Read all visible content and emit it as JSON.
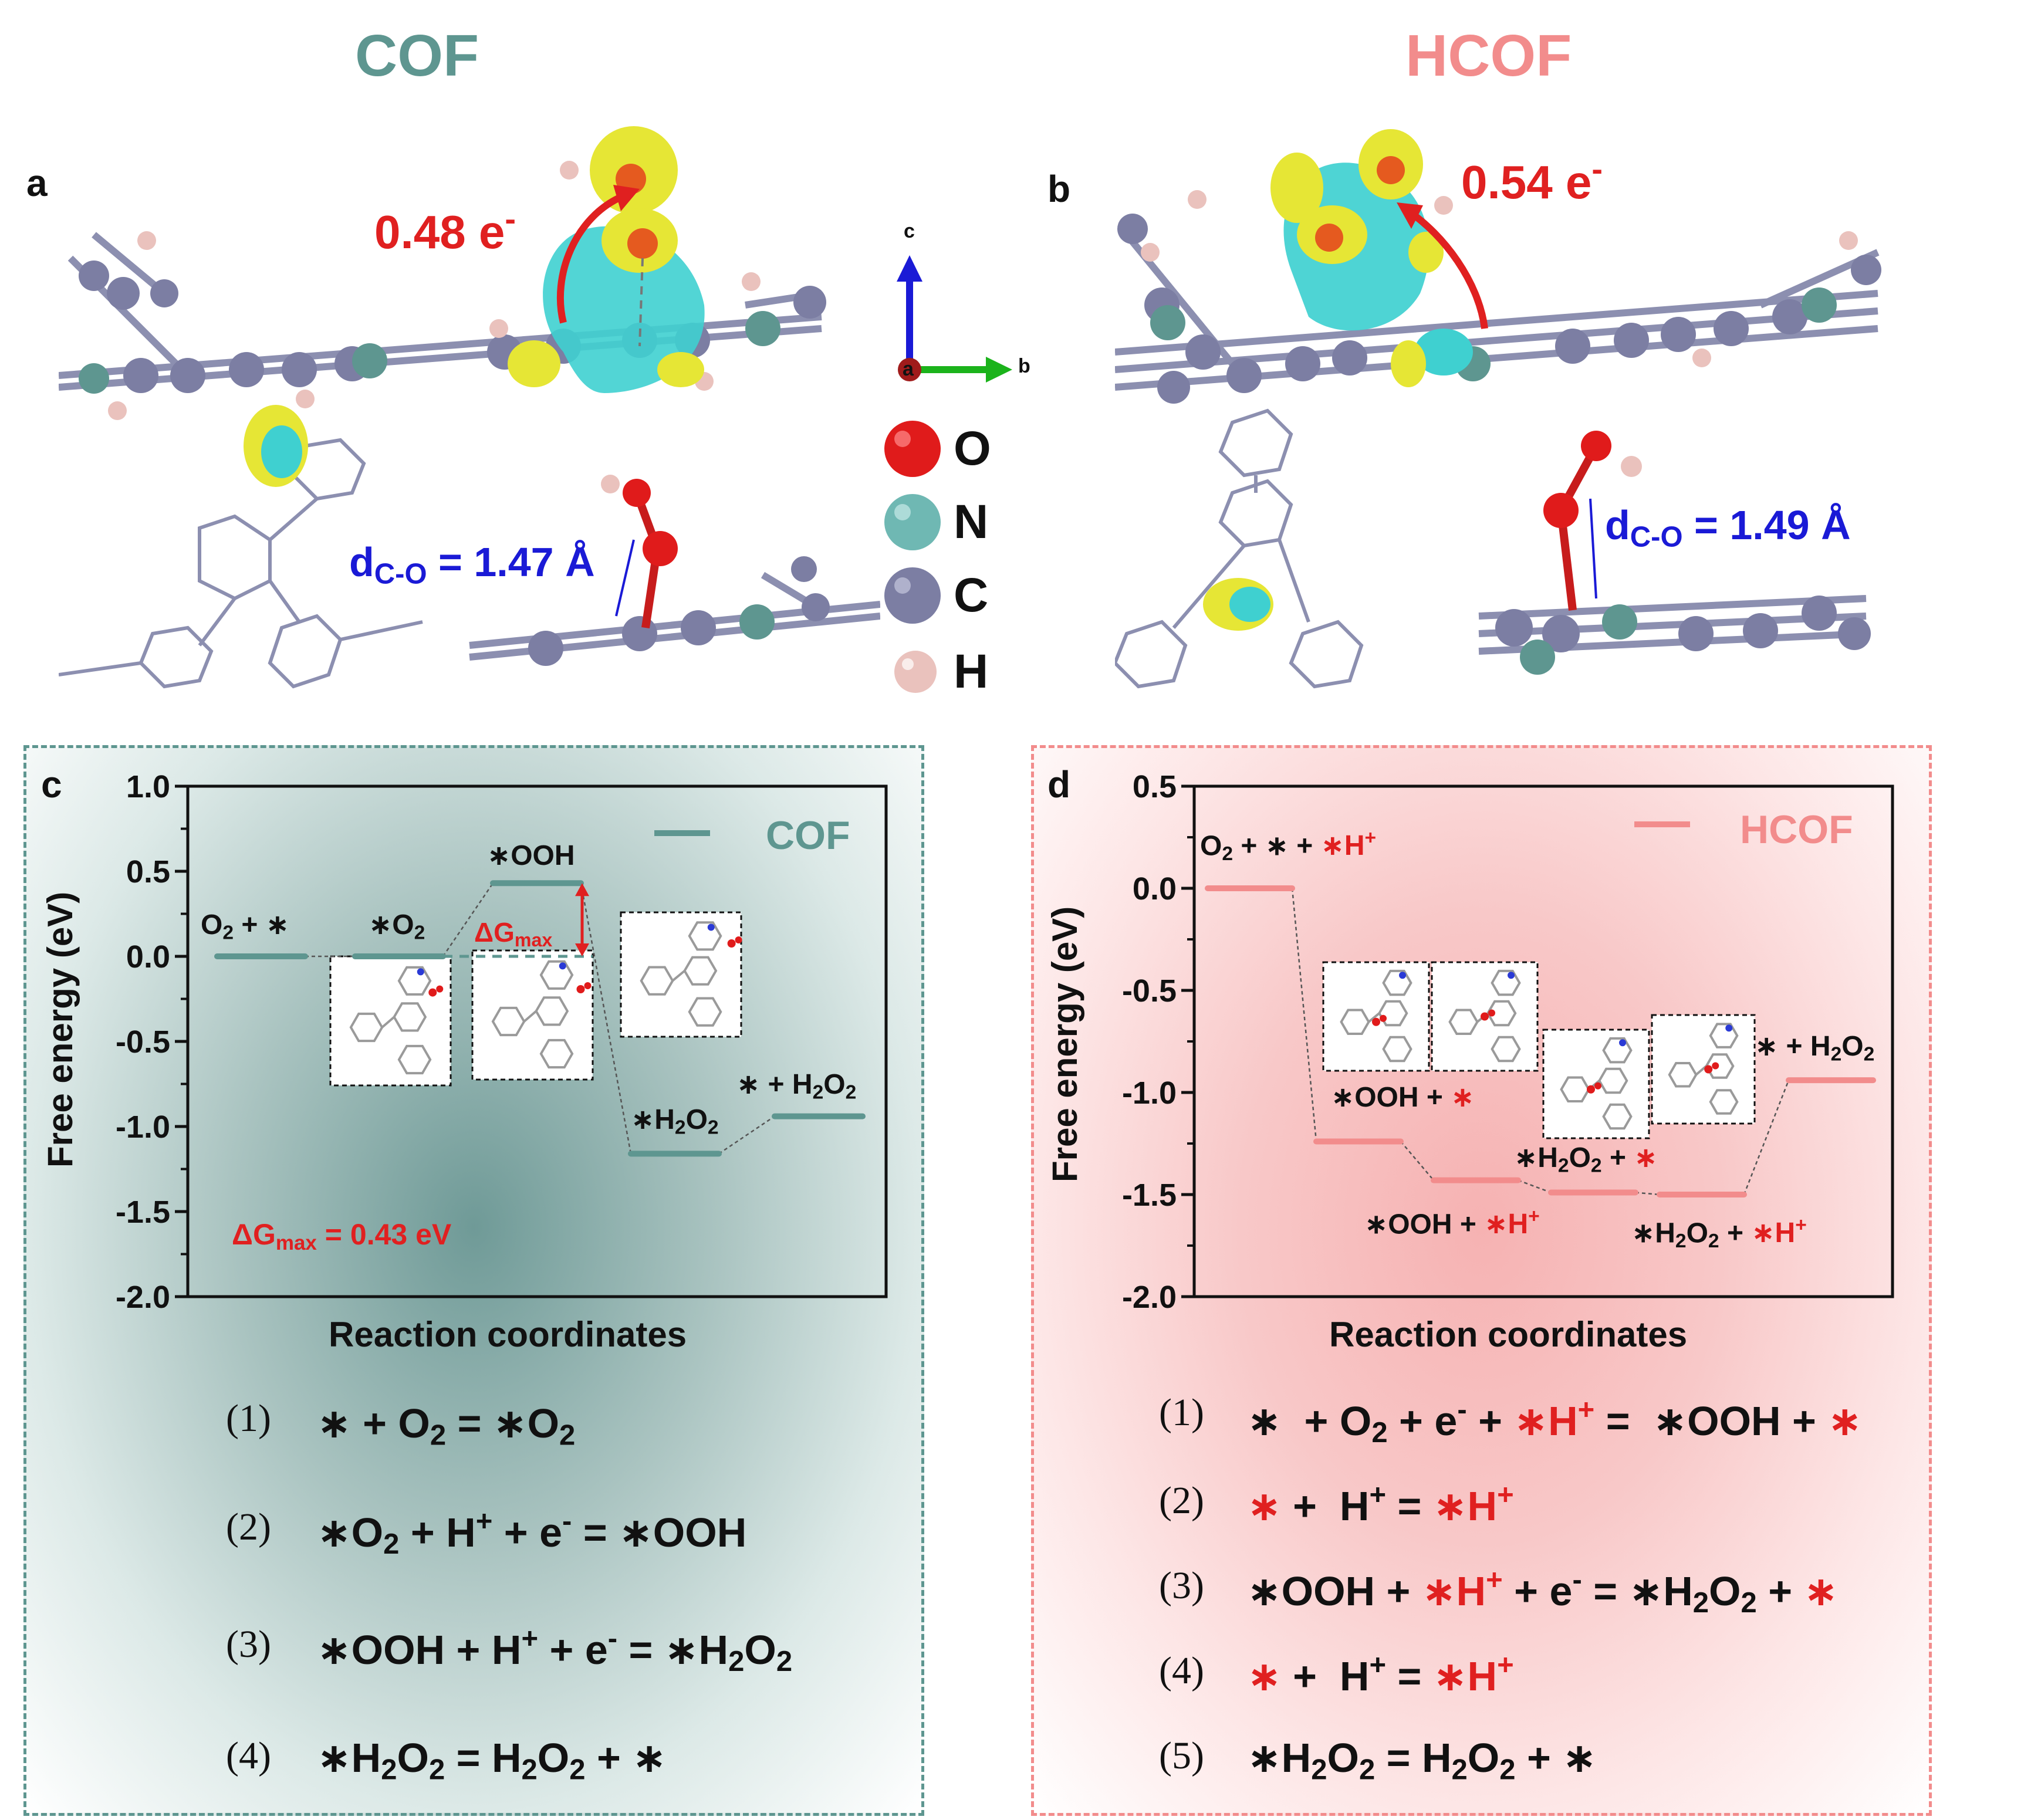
{
  "headers": {
    "cof": "COF",
    "hcof": "HCOF"
  },
  "panel_labels": {
    "a": "a",
    "b": "b",
    "c": "c",
    "d": "d"
  },
  "panel_a": {
    "charge": "0.48 e",
    "charge_sup": "-",
    "bond_pre": "d",
    "bond_sub": "C-O",
    "bond_val": "= 1.47 Å"
  },
  "panel_b": {
    "charge": "0.54 e",
    "charge_sup": "-",
    "bond_pre": "d",
    "bond_sub": "C-O",
    "bond_val": "= 1.49 Å"
  },
  "axes_triad": {
    "c": "c",
    "a": "a",
    "b": "b"
  },
  "legend_elements": [
    {
      "symbol": "O",
      "color": "#e01b1b"
    },
    {
      "symbol": "N",
      "color": "#6fb8b3"
    },
    {
      "symbol": "C",
      "color": "#7c7ea3"
    },
    {
      "symbol": "H",
      "color": "#eac2bd"
    }
  ],
  "colors": {
    "cof": "#5e9690",
    "hcof": "#f28c8c",
    "red": "#e02020",
    "blue": "#1a1ad6"
  },
  "chart_data": [
    {
      "type": "line",
      "title": "",
      "legend": "COF",
      "xlabel": "Reaction coordinates",
      "ylabel": "Free energy (eV)",
      "ylim": [
        -2.0,
        1.0
      ],
      "yticks": [
        "1.0",
        "0.5",
        "0.0",
        "-0.5",
        "-1.0",
        "-1.5",
        "-2.0"
      ],
      "states": [
        {
          "label": "O2 + *",
          "value": 0.0
        },
        {
          "label": "*O2",
          "value": 0.0
        },
        {
          "label": "*OOH",
          "value": 0.43
        },
        {
          "label": "*H2O2",
          "value": -1.16
        },
        {
          "label": "* + H2O2",
          "value": -0.94
        }
      ],
      "annotation": "ΔGmax",
      "annotation_value": "ΔGmax = 0.43 eV"
    },
    {
      "type": "line",
      "title": "",
      "legend": "HCOF",
      "xlabel": "Reaction coordinates",
      "ylabel": "Free energy (eV)",
      "ylim": [
        -2.0,
        0.5
      ],
      "yticks": [
        "0.5",
        "0.0",
        "-0.5",
        "-1.0",
        "-1.5",
        "-2.0"
      ],
      "states": [
        {
          "label": "O2 + * + *H+",
          "value": 0.0
        },
        {
          "label": "*OOH + *",
          "value": -1.24
        },
        {
          "label": "*OOH + *H+",
          "value": -1.43
        },
        {
          "label": "*H2O2 + *",
          "value": -1.49
        },
        {
          "label": "*H2O2 + *H+",
          "value": -1.5
        },
        {
          "label": "* + H2O2",
          "value": -0.94
        }
      ]
    }
  ],
  "equations_cof": [
    "(1)",
    "(2)",
    "(3)",
    "(4)"
  ],
  "equations_hcof": [
    "(1)",
    "(2)",
    "(3)",
    "(4)",
    "(5)"
  ]
}
